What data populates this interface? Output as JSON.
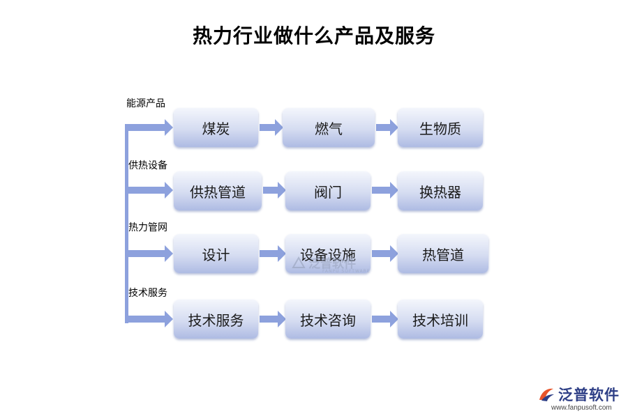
{
  "title": "热力行业做什么产品及服务",
  "colors": {
    "arrow": "#8da1dd",
    "box_top": "#f4f6fc",
    "box_bottom": "#aebbe3",
    "logo": "#2e3f86"
  },
  "rows": [
    {
      "label": "能源产品",
      "items": [
        "煤炭",
        "燃气",
        "生物质"
      ]
    },
    {
      "label": "供热设备",
      "items": [
        "供热管道",
        "阀门",
        "换热器"
      ]
    },
    {
      "label": "热力管网",
      "items": [
        "设计",
        "设备设施",
        "热管道"
      ]
    },
    {
      "label": "技术服务",
      "items": [
        "技术服务",
        "技术咨询",
        "技术培训"
      ]
    }
  ],
  "watermark": {
    "text": "泛普软件",
    "sub": "FANPU SOFTWARE"
  },
  "logo": {
    "icon": "fanpu-logo-icon",
    "text": "泛普软件",
    "url": "www.fanpusoft.com"
  }
}
